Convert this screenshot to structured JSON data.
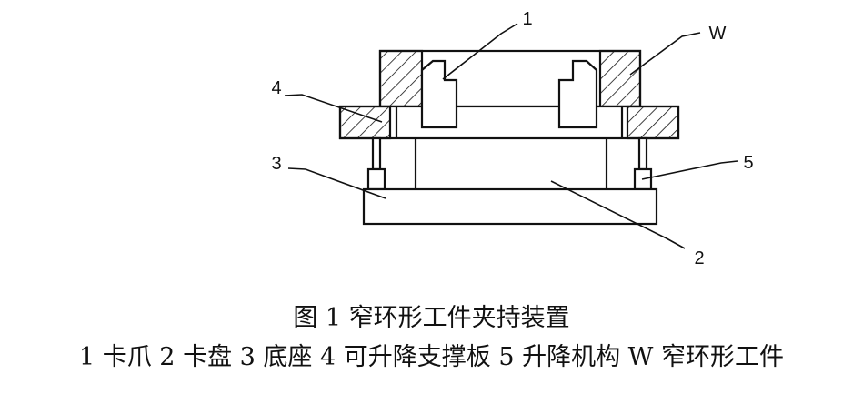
{
  "labels": {
    "claw": "1",
    "chuck": "2",
    "base": "3",
    "support_plate": "4",
    "lift_mechanism": "5",
    "workpiece": "W"
  },
  "caption": {
    "title": "图 1 窄环形工件夹持装置",
    "legend": "1 卡爪 2 卡盘 3 底座 4 可升降支撑板 5 升降机构 W 窄环形工件"
  },
  "colors": {
    "line": "#111111",
    "background": "#ffffff"
  }
}
